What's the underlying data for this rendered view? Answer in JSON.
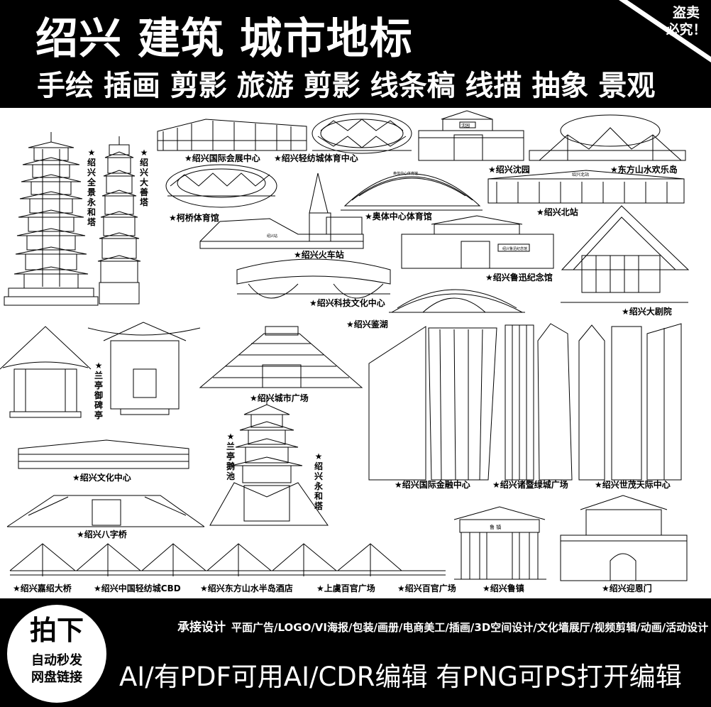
{
  "header": {
    "title": "绍兴 建筑 城市地标",
    "subtitle": "手绘 插画 剪影 旅游 剪影 线条稿 线描 抽象 景观",
    "corner_line1": "盗卖",
    "corner_line2": "必究！"
  },
  "labels": {
    "quanjing": "★绍兴全景永和塔",
    "dashan": "★绍兴大善塔",
    "huizhan": "★绍兴国际会展中心",
    "qingfang": "★绍兴轻纺城体育中心",
    "shenyuan": "★绍兴沈园",
    "dongfang": "★东方山水欢乐岛",
    "keqiao": "★柯桥体育馆",
    "aoti": "★奥体中心体育馆",
    "beizhan": "★绍兴北站",
    "huoche": "★绍兴火车站",
    "luxun": "★绍兴鲁迅纪念馆",
    "keji": "★绍兴科技文化中心",
    "juyuan": "★绍兴大剧院",
    "jianhu": "★绍兴鉴湖",
    "lanting_yubei": "★兰亭御碑亭",
    "chengshi": "★绍兴城市广场",
    "lanting_echi": "★兰亭鹅池",
    "yonghe": "★绍兴永和塔",
    "wenhua": "★绍兴文化中心",
    "jinrong": "★绍兴国际金融中心",
    "zhuji": "★绍兴诸暨绿城广场",
    "shimao": "★绍兴世茂天际中心",
    "bazi": "★绍兴八字桥",
    "jiashao": "★绍兴嘉绍大桥",
    "cbd": "★绍兴中国轻纺城CBD",
    "shuiban": "★绍兴东方山水半岛酒店",
    "shangyu": "★上虞百官广场",
    "baiguan": "★绍兴百官广场",
    "luzhen": "★绍兴鲁镇",
    "yingen": "★绍兴迎恩门"
  },
  "signs": {
    "shenyuan_sign": "沈园",
    "luzhen_sign": "鲁 镇",
    "aoti_sign": "奥体中心体育馆",
    "beizhan_sign": "绍兴北站",
    "huoche_sign": "绍兴站",
    "luxun_sign": "绍兴鲁迅纪念馆"
  },
  "footer": {
    "circle_big": "拍下",
    "circle_line1": "自动秒发",
    "circle_line2": "网盘链接",
    "service_head": "承接设计",
    "service_list": "平面广告/LOGO/VI海报/包装/画册/电商美工/插画/3D空间设计/文化墙展厅/视频剪辑/动画/活动设计",
    "bottom_text": "AI/有PDF可用AI/CDR编辑  有PNG可PS打开编辑"
  }
}
